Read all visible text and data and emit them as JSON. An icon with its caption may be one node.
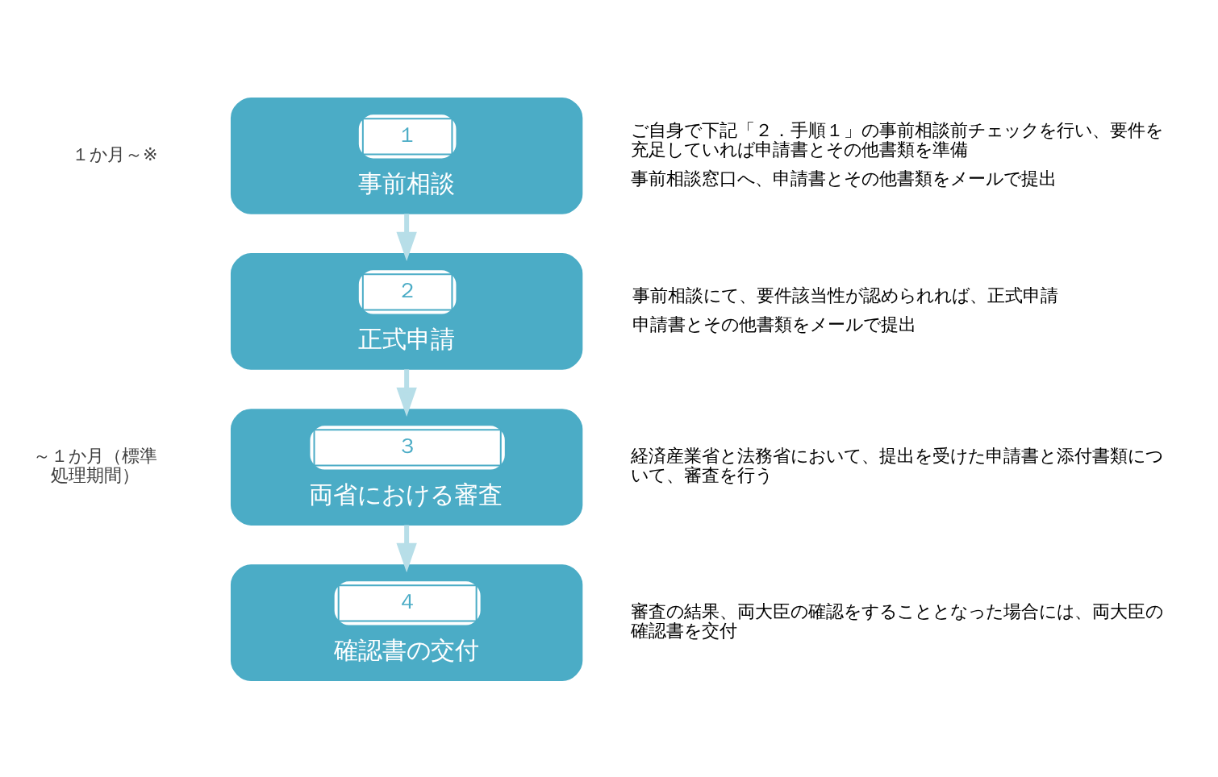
{
  "diagram": {
    "nodes": [
      {
        "text": [
          "１",
          "事前相談"
        ],
        "beside": [
          "ご自身で下記「２．手順１」の事前相談前チェックを行い、要件を充足していれば申請書とその他書類を準備",
          "事前相談窓口へ、申請書とその他書類をメールで提出"
        ]
      },
      {
        "text": [
          "２",
          "正式申請"
        ],
        "beside": [
          "事前相談にて、要件該当性が認められれば、正式申請",
          "申請書とその他書類をメールで提出"
        ]
      },
      {
        "text": [
          "３",
          "両省における審査"
        ],
        "beside": [
          "経済産業省と法務省において、提出を受けた申請書と添付書類について、審査を行う"
        ]
      },
      {
        "text": [
          "４",
          "確認書の交付"
        ],
        "beside": [
          "審査の結果、両大臣の確認をすることとなった場合には、両大臣の確認書を交付"
        ]
      }
    ],
    "edges": [
      {
        "from": 0,
        "to": 1,
        "arrow": "to"
      },
      {
        "from": 1,
        "to": 2,
        "arrow": "to"
      },
      {
        "from": 2,
        "to": 3,
        "arrow": "to"
      }
    ],
    "labels": [
      "１か月～※",
      "～１か月（標準処理期間）"
    ]
  }
}
